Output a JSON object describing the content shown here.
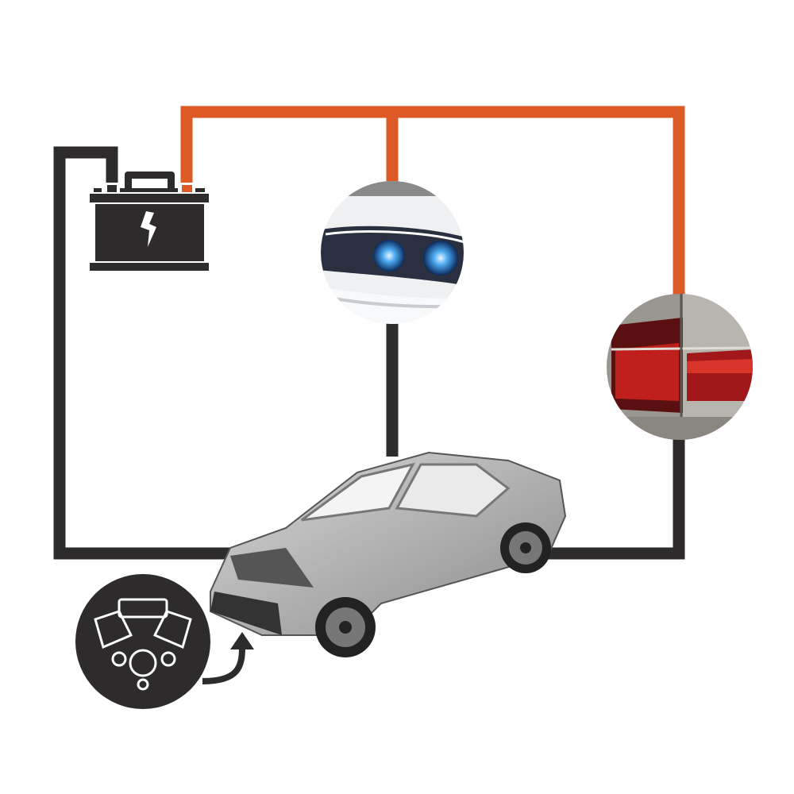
{
  "colors": {
    "wire_ground": "#2d2b2b",
    "wire_positive": "#dd5a26",
    "background": "#ffffff",
    "headlight_glow": "#4aa8f0",
    "taillight_red": "#c0201c"
  },
  "components": [
    {
      "id": "battery",
      "icon": "battery-icon"
    },
    {
      "id": "headlight",
      "icon": "headlight-photo"
    },
    {
      "id": "taillight",
      "icon": "taillight-photo"
    },
    {
      "id": "car-body",
      "icon": "car-body-frame-illustration"
    },
    {
      "id": "engine",
      "icon": "engine-icon"
    }
  ]
}
